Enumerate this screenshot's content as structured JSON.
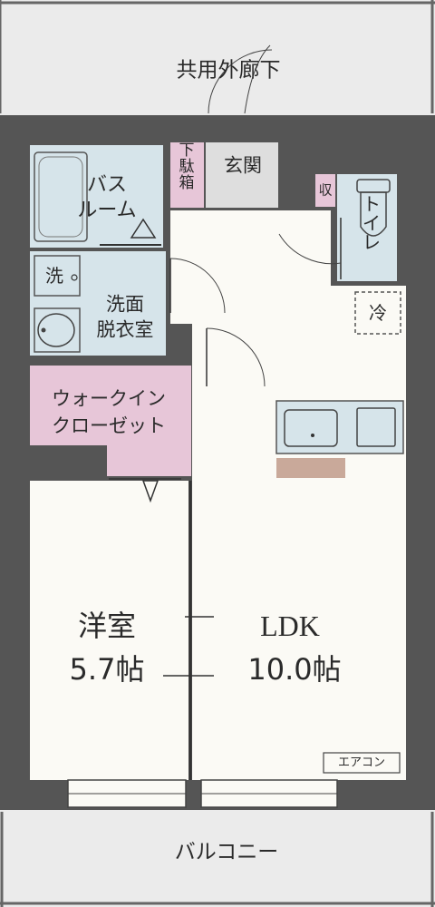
{
  "outside": {
    "corridor": "共用外廊下",
    "balcony": "バルコニー"
  },
  "rooms": {
    "bath": "バス\nルーム",
    "entrance": "玄関",
    "shoe_storage": "下駄箱",
    "toilet": "トイレ",
    "storage_tag": "収",
    "washer": "洗",
    "washroom": "洗面\n脱衣室",
    "wic": "ウォークイン\nクローゼット",
    "western_room_name": "洋室",
    "western_room_size": "5.7帖",
    "ldk_name": "LDK",
    "ldk_size": "10.0帖",
    "fridge": "冷",
    "aircon": "エアコン"
  },
  "colors": {
    "wall": "#555555",
    "floor": "#fbfaf5",
    "wet_area": "#d6e4ea",
    "closet": "#e7c6d8",
    "entrance": "#dedede",
    "counter": "#c9a99a",
    "outside": "#ebebeb",
    "line": "#444444"
  }
}
